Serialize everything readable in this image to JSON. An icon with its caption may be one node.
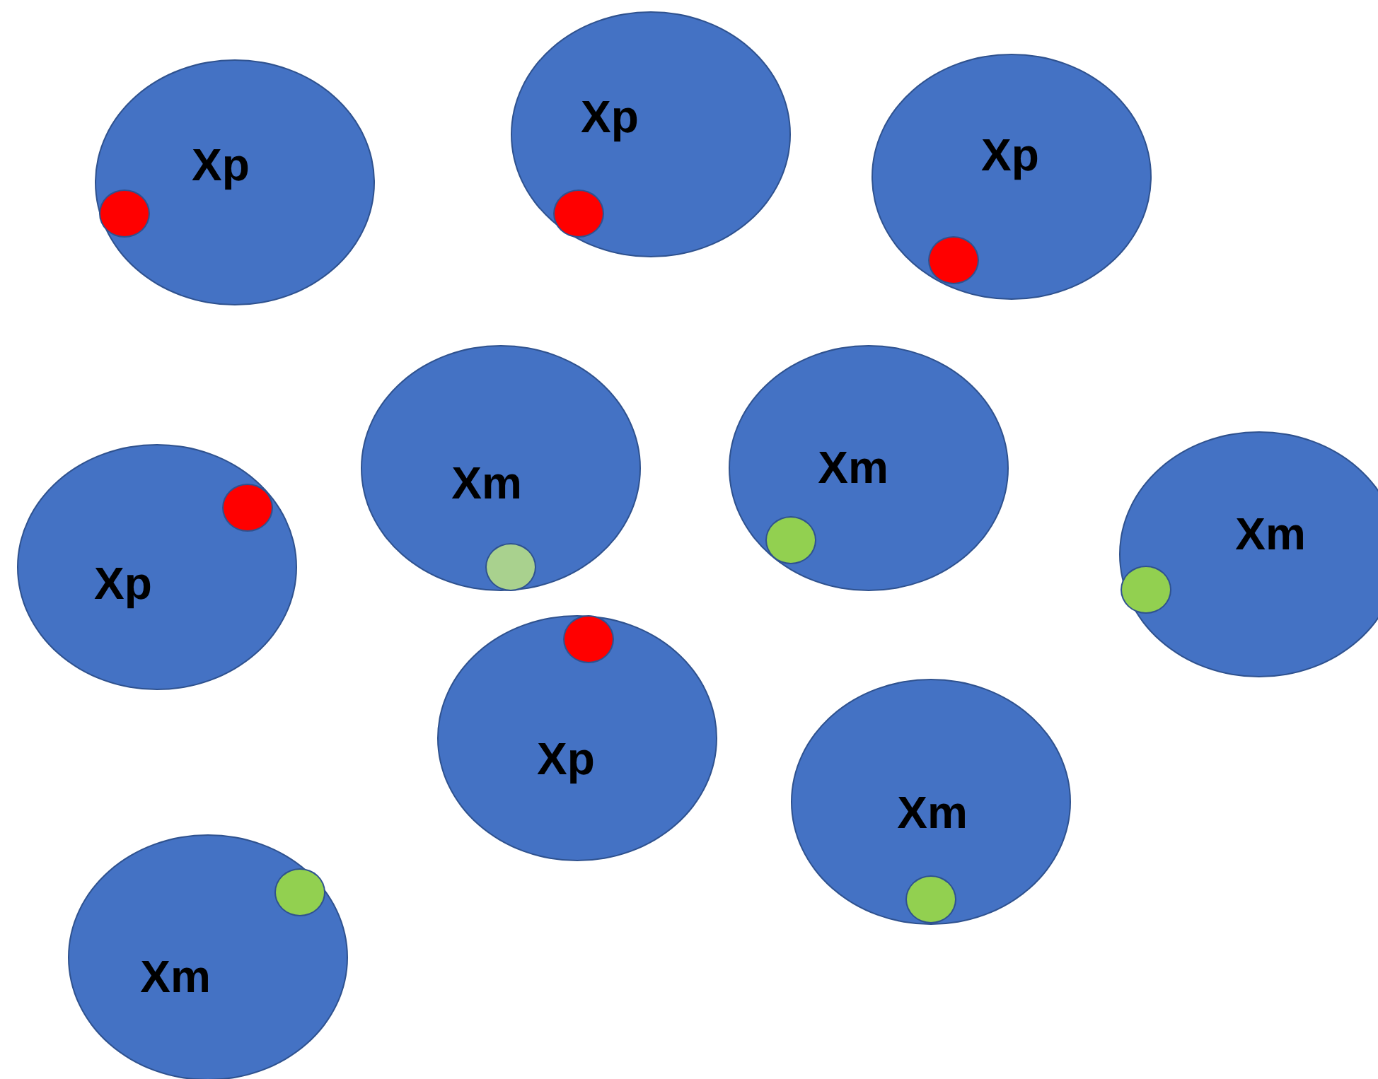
{
  "diagram": {
    "nodes": [
      {
        "text": [
          "Xp"
        ]
      },
      {
        "text": [
          "Xp"
        ]
      },
      {
        "text": [
          "Xp"
        ]
      },
      {
        "text": [
          "Xp"
        ]
      },
      {
        "text": [
          "Xm"
        ]
      },
      {
        "text": [
          "Xm"
        ]
      },
      {
        "text": [
          "Xm"
        ]
      },
      {
        "text": [
          "Xp"
        ]
      },
      {
        "text": [
          "Xm"
        ]
      },
      {
        "text": [
          "Xm"
        ]
      }
    ]
  }
}
